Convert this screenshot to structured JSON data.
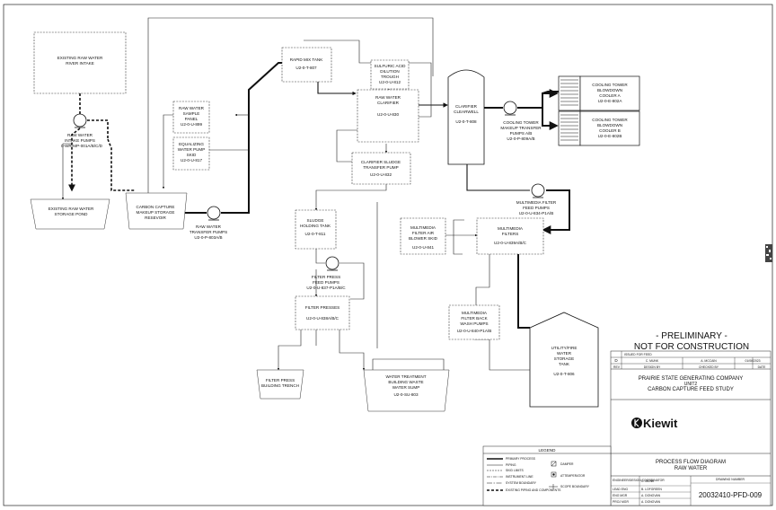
{
  "equipment": {
    "river_intake": {
      "lines": [
        "EXISTING RAW WATER",
        "RIVER INTAKE"
      ]
    },
    "intake_pumps": {
      "lines": [
        "RAW WATER",
        "INTAKE PUMPS",
        "0-WR-MP-001A/B/C/D"
      ]
    },
    "storage_pond": {
      "lines": [
        "EXISTING RAW WATER",
        "STORAGE POND"
      ]
    },
    "reservoir": {
      "lines": [
        "CARBON CAPTURE",
        "MAKEUP STORAGE",
        "RESEVOIR"
      ]
    },
    "transfer_pumps": {
      "lines": [
        "RAW WATER",
        "TRANSFER PUMPS",
        "U2-0-P-803A/B"
      ]
    },
    "sample_panel": {
      "lines": [
        "RAW WATER",
        "SAMPLE",
        "PANEL",
        "U2-0-U-899"
      ]
    },
    "equalizing_skid": {
      "lines": [
        "EQUALIZING",
        "WATER PUMP",
        "SKID",
        "U2-0-U-817"
      ]
    },
    "rapid_mix": {
      "lines": [
        "RAPID MIX TANK",
        "U2-0-T-807"
      ]
    },
    "sulfuric": {
      "lines": [
        "SULFURIC ACID",
        "DILUTION",
        "TROUGH",
        "U2-0-U-812"
      ]
    },
    "clarifier": {
      "lines": [
        "RAW WATER",
        "CLARIFIER",
        "U2-0-U-830"
      ]
    },
    "sludge_pump": {
      "lines": [
        "CLARIFIER SLUDGE",
        "TRANSFER PUMP",
        "U2-0-U-832"
      ]
    },
    "clearwell": {
      "lines": [
        "CLARIFIER",
        "CLEARWELL",
        "U2-0-T-808"
      ]
    },
    "ct_makeup_pumps": {
      "lines": [
        "COOLING TOWER",
        "MAKEUP TRANSFER",
        "PUMPS A/B",
        "U2-0-P-809A/B"
      ]
    },
    "cooler_a": {
      "lines": [
        "COOLING TOWER",
        "BLOWDOWN",
        "COOLER A",
        "U2-0-E-802A"
      ]
    },
    "cooler_b": {
      "lines": [
        "COOLING TOWER",
        "BLOWDOWN",
        "COOLER B",
        "U2-0-E-802B"
      ]
    },
    "mm_feed_pumps": {
      "lines": [
        "MULTIMEDIA FILTER",
        "FEED PUMPS",
        "U2-0-U-834-P1A/B"
      ]
    },
    "air_blower": {
      "lines": [
        "MULTIMEDIA",
        "FILTER AIR",
        "BLOWER SKID",
        "U2-0-U-841"
      ]
    },
    "mm_filters": {
      "lines": [
        "MULTIMEDIA",
        "FILTERS",
        "U2-0-U-839A/B/C"
      ]
    },
    "sludge_tank": {
      "lines": [
        "SLUDGE",
        "HOLDING TANK",
        "U2-0-T-811"
      ]
    },
    "fp_feed_pumps": {
      "lines": [
        "FILTER PRESS",
        "FEED PUMPS",
        "U2-0-U-837-P1A/B/C"
      ]
    },
    "filter_presses": {
      "lines": [
        "FILTER PRESSES",
        "U2-0-U-838A/B/C"
      ]
    },
    "backwash_pumps": {
      "lines": [
        "MULTIMEDIA",
        "FILTER BACK",
        "WASH PUMPS",
        "U2-0-U-840-P1A/B"
      ]
    },
    "utility_tank": {
      "lines": [
        "UTILITY/FIRE",
        "WATER",
        "STORAGE",
        "TANK",
        "U2-0-T-806"
      ]
    },
    "trench": {
      "lines": [
        "FILTER PRESS",
        "BUILDING TRENCH"
      ]
    },
    "sump": {
      "lines": [
        "WATER TREATMENT",
        "BUILDING WASTE",
        "WATER SUMP",
        "U2-0-SU-803"
      ]
    }
  },
  "stamp": {
    "line1": "- PRELIMINARY -",
    "line2": "NOT FOR CONSTRUCTION"
  },
  "title_block": {
    "rev_letter": "D",
    "rev_desc": "ISSUED FOR FEED",
    "designed": "C. MUNK",
    "checked": "A. MCCAIN",
    "date": "01/06/2023",
    "rev_hdr": "REV",
    "designed_hdr": "DESIGN BY",
    "checked_hdr": "CHECKED BY",
    "date_hdr": "DATE",
    "company_lines": [
      "PRAIRIE STATE GENERATING COMPANY",
      "UNIT2",
      "CARBON CAPTURE FEED STUDY"
    ],
    "logo": "Kiewit",
    "drawing_title": [
      "PROCESS FLOW DIAGRAM",
      "RAW WATER"
    ],
    "drawing_number_hdr": "DRAWING NUMBER",
    "drawing_number": "20032410-PFD-009",
    "sign_rows": [
      {
        "role": "ENGINEER/DESIGN COORDINATOR",
        "name": "C. MUNK"
      },
      {
        "role": "LEAD ENG",
        "name": "B. LOFGREEN"
      },
      {
        "role": "ENG MGR",
        "name": "A. DONOVAN"
      },
      {
        "role": "PROJ MGR",
        "name": "A. DONOVAN"
      }
    ]
  },
  "legend": {
    "title": "LEGEND",
    "items": [
      "PRIMARY PROCESS",
      "PIPING",
      "SKID LIMITS",
      "INSTRUMENT LINE",
      "SYSTEM BOUNDARY",
      "EXISTING PIPING AND COMPONENTS"
    ],
    "symbols": [
      "DAMPER",
      "ATTEMPERATOR",
      "SCOPE BOUNDARY"
    ]
  }
}
